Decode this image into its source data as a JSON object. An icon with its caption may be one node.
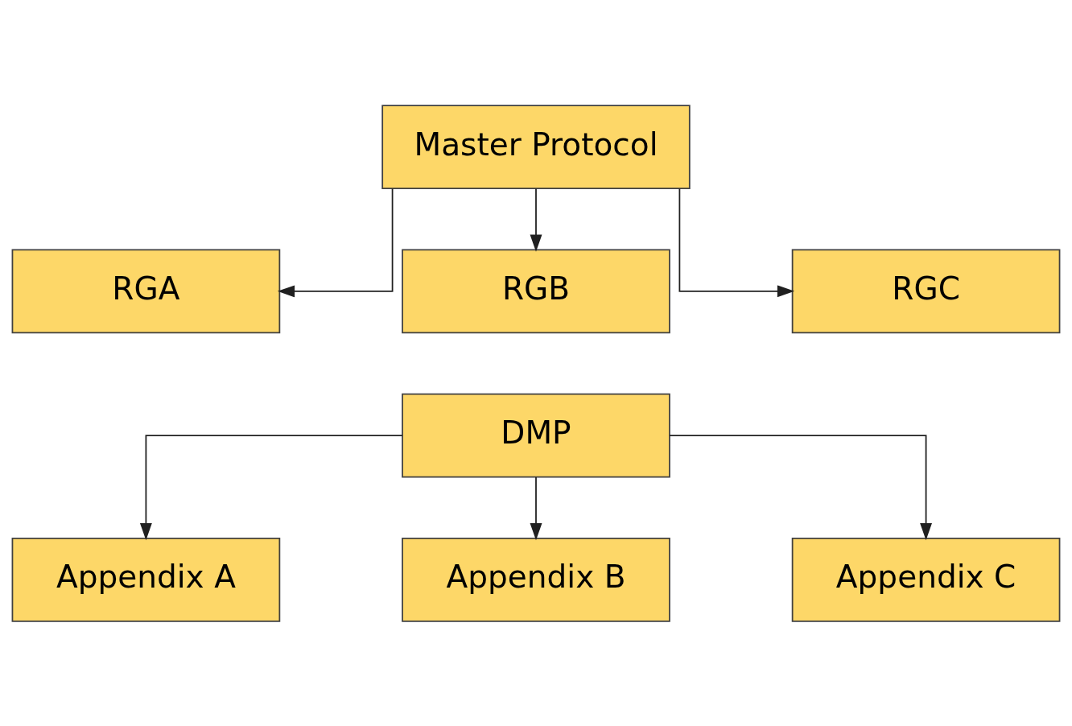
{
  "diagram": {
    "nodes": [
      {
        "text": [
          "Master Protocol"
        ]
      },
      {
        "text": [
          "RGA"
        ]
      },
      {
        "text": [
          "RGB"
        ]
      },
      {
        "text": [
          "RGC"
        ]
      },
      {
        "text": [
          "DMP"
        ]
      },
      {
        "text": [
          "Appendix A"
        ]
      },
      {
        "text": [
          "Appendix B"
        ]
      },
      {
        "text": [
          "Appendix C"
        ]
      }
    ],
    "edges": [
      {
        "from": 0,
        "to": 1,
        "arrow": "to"
      },
      {
        "from": 0,
        "to": 2,
        "arrow": "to"
      },
      {
        "from": 0,
        "to": 3,
        "arrow": "to"
      },
      {
        "from": 4,
        "to": 5,
        "arrow": "to"
      },
      {
        "from": 4,
        "to": 6,
        "arrow": "to"
      },
      {
        "from": 4,
        "to": 7,
        "arrow": "to"
      }
    ]
  }
}
